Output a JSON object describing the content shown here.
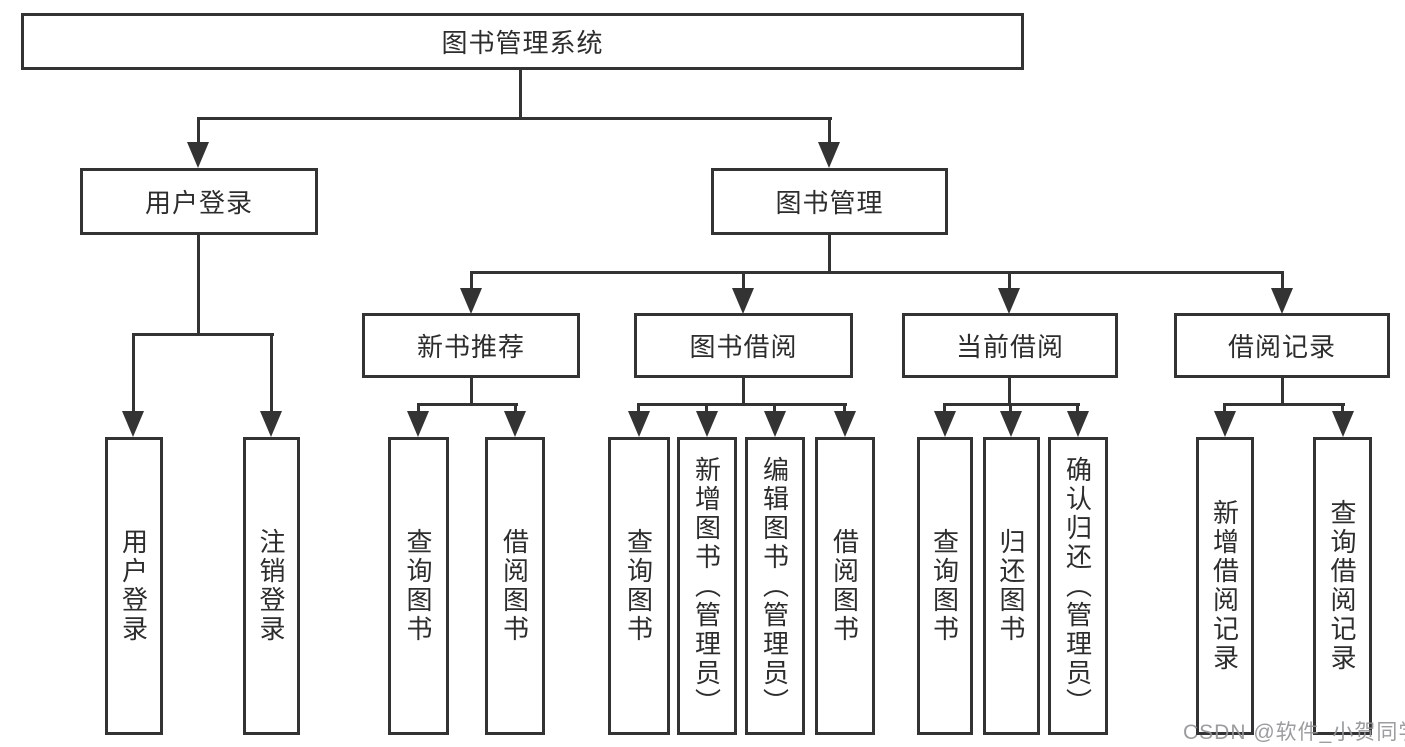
{
  "diagram": {
    "title": "图书管理系统",
    "type": "hierarchy-diagram",
    "colors": {
      "line": "#333333",
      "text": "#2d2d2d",
      "background": "#ffffff",
      "watermark": "#919598"
    },
    "nodes": {
      "root": "图书管理系统",
      "level2": {
        "user_login": "用户登录",
        "book_mgmt": "图书管理"
      },
      "level3": {
        "new_books": "新书推荐",
        "book_borrow": "图书借阅",
        "current_borrow": "当前借阅",
        "borrow_records": "借阅记录"
      },
      "level4": {
        "user_login": "用户登录",
        "logout": "注销登录",
        "query_books_1": "查询图书",
        "borrow_books_1": "借阅图书",
        "query_books_2": "查询图书",
        "add_books": "新增图书（管理员）",
        "edit_books": "编辑图书（管理员）",
        "borrow_books_2": "借阅图书",
        "query_books_3": "查询图书",
        "return_books": "归还图书",
        "confirm_return": "确认归还（管理员）",
        "add_borrow_record": "新增借阅记录",
        "query_borrow_record": "查询借阅记录"
      }
    },
    "watermark": "CSDN @软件_小贺同学"
  }
}
